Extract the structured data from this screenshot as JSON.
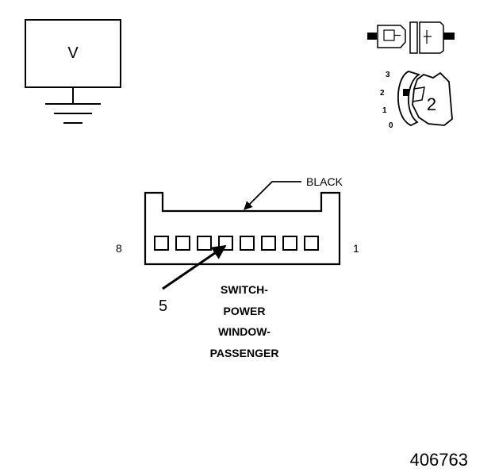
{
  "meter": {
    "label": "V"
  },
  "selector": {
    "positions": [
      "3",
      "2",
      "1",
      "0"
    ],
    "knob_label": "2"
  },
  "connector": {
    "color_label": "BLACK",
    "pin_left": "8",
    "pin_right": "1",
    "pin_callout": "5",
    "name_lines": [
      "SWITCH-",
      "POWER",
      "WINDOW-",
      "PASSENGER"
    ]
  },
  "figure_id": "406763"
}
